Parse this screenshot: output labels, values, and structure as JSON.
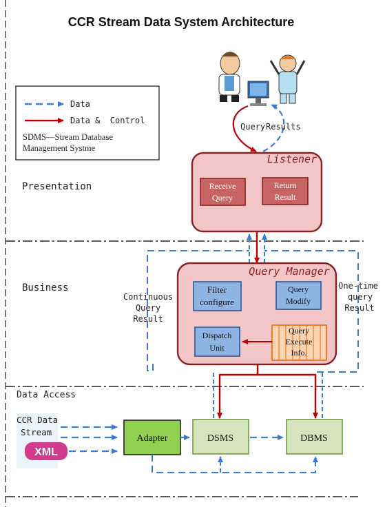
{
  "title": "CCR Stream Data System Architecture",
  "legend": {
    "data_label": "Data",
    "data_control_label": "Data &  Control",
    "sdms_line1": "SDMS—Stream Database",
    "sdms_line2": "Management Systme"
  },
  "users": {
    "query_label": "Query",
    "results_label": "Results"
  },
  "layers": {
    "presentation": "Presentation",
    "business": "Business",
    "data_access": "Data Access"
  },
  "listener": {
    "title": "Listener",
    "receive_query_line1": "Receive",
    "receive_query_line2": "Query",
    "return_result_line1": "Return",
    "return_result_line2": "Result"
  },
  "query_manager": {
    "title": "Query Manager",
    "filter_line1": "Filter",
    "filter_line2": "configure",
    "query_modify_line1": "Query",
    "query_modify_line2": "Modify",
    "dispatch_line1": "Dispatch",
    "dispatch_line2": "Unit",
    "execute_line1": "Query",
    "execute_line2": "Execute",
    "execute_line3": "Info."
  },
  "side_labels": {
    "continuous_line1": "Continuous",
    "continuous_line2": "Query",
    "continuous_line3": "Result",
    "onetime_line1": "One-time",
    "onetime_line2": "query",
    "onetime_line3": "Result"
  },
  "data_access": {
    "ccr_line1": "CCR Data",
    "ccr_line2": "Stream",
    "xml_badge": "XML",
    "adapter": "Adapter",
    "dsms": "DSMS",
    "dbms": "DBMS"
  },
  "colors": {
    "data_arrow": "#3a7bd5",
    "control_arrow": "#c00000",
    "box_pink": "#f2c6c6",
    "box_border": "#8b2020",
    "inner_red": "#c86464",
    "inner_blue": "#8eb4e3",
    "adapter_green": "#92d050",
    "store_green": "#d6e3bc"
  }
}
